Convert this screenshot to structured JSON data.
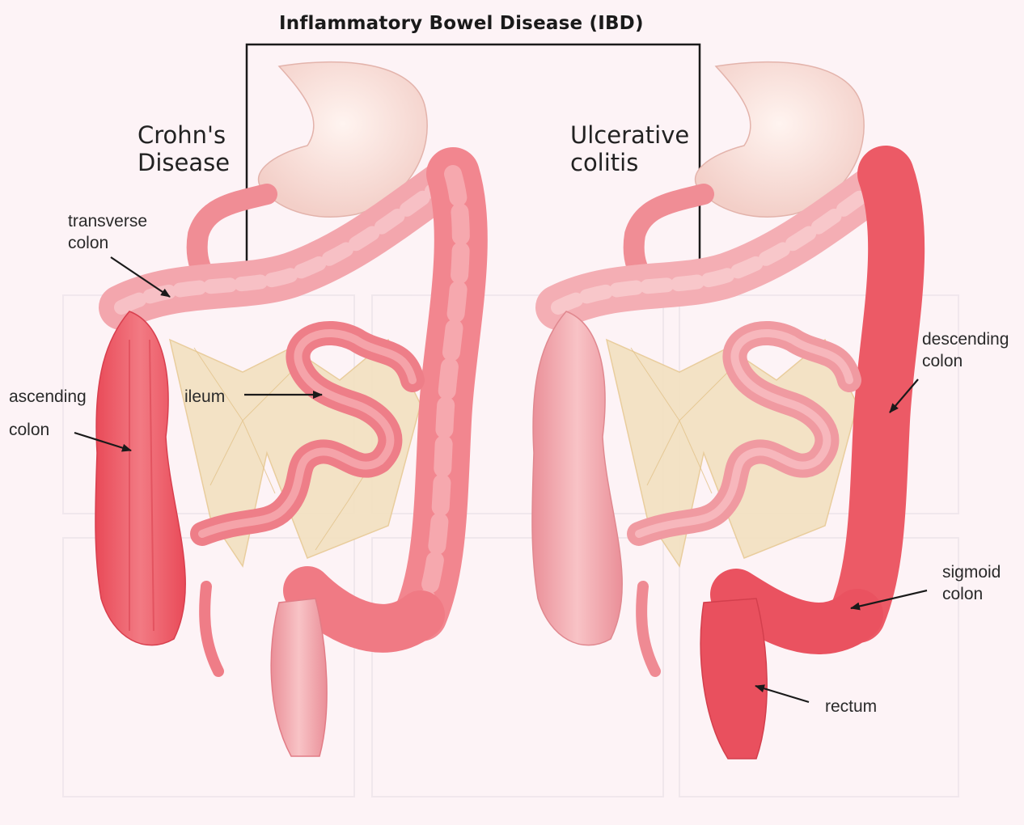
{
  "title": "Inflammatory Bowel Disease (IBD)",
  "headings": {
    "crohns": [
      "Crohn's",
      "Disease"
    ],
    "uc": [
      "Ulcerative",
      "colitis"
    ]
  },
  "labels": {
    "transverse_colon": [
      "transverse",
      "colon"
    ],
    "ascending_colon": [
      "ascending",
      "colon"
    ],
    "ileum": "ileum",
    "descending_colon": [
      "descending",
      "colon"
    ],
    "sigmoid_colon": [
      "sigmoid",
      "colon"
    ],
    "rectum": "rectum"
  },
  "colors": {
    "background": "#fdf3f6",
    "healthy_tissue": "#f2a7ad",
    "inflamed_tissue": "#ec5a66",
    "mesentery": "#f3e1c0",
    "stomach": "#fbe6df",
    "line": "#1a1a1a"
  }
}
